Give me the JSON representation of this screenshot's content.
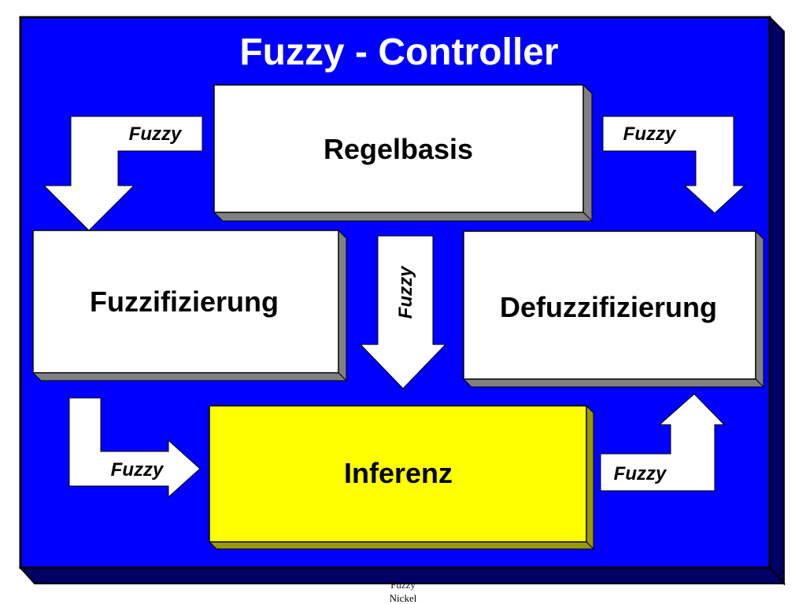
{
  "title": "Fuzzy - Controller",
  "boxes": {
    "regelbasis": "Regelbasis",
    "fuzzifizierung": "Fuzzifizierung",
    "defuzzifizierung": "Defuzzifizierung",
    "inferenz": "Inferenz"
  },
  "arrows": {
    "top_left": "Fuzzy",
    "top_right": "Fuzzy",
    "center": "Fuzzy",
    "bottom_left": "Fuzzy",
    "bottom_right": "Fuzzy"
  },
  "footer": {
    "line1": "Fuzzy",
    "line2": "Nickel"
  },
  "colors": {
    "panel": "#0000ff",
    "panel_depth": "#000066",
    "box": "#ffffff",
    "box_shadow": "#808080",
    "inferenz": "#ffff00",
    "inferenz_shadow": "#999900"
  }
}
